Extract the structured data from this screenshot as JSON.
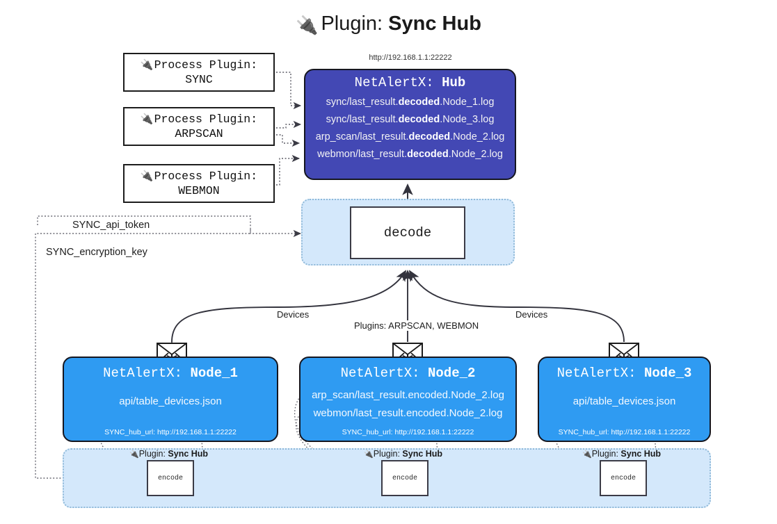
{
  "title": {
    "icon": "plug-icon",
    "prefix": "Plugin:",
    "name": "Sync Hub"
  },
  "hub": {
    "url": "http://192.168.1.1:22222",
    "app": "NetAlertX:",
    "name": "Hub",
    "logs": [
      {
        "pre": "sync/last_result.",
        "mid": "decoded",
        "post": ".Node_1.log"
      },
      {
        "pre": "sync/last_result.",
        "mid": "decoded",
        "post": ".Node_3.log"
      },
      {
        "pre": "arp_scan/last_result.",
        "mid": "decoded",
        "post": ".Node_2.log"
      },
      {
        "pre": "webmon/last_result.",
        "mid": "decoded",
        "post": ".Node_2.log"
      }
    ]
  },
  "process_plugins": [
    {
      "icon": "plug-icon",
      "line1": "Process Plugin:",
      "line2": "SYNC"
    },
    {
      "icon": "plug-icon",
      "line1": "Process Plugin:",
      "line2": "ARPSCAN"
    },
    {
      "icon": "plug-icon",
      "line1": "Process Plugin:",
      "line2": "WEBMON"
    }
  ],
  "decode": {
    "label": "decode"
  },
  "tokens": {
    "api_token": "SYNC_api_token",
    "encryption_key": "SYNC_encryption_key"
  },
  "edges": {
    "devices_left": "Devices",
    "devices_right": "Devices",
    "plugins_mid": "Plugins: ARPSCAN, WEBMON"
  },
  "nodes": [
    {
      "app": "NetAlertX:",
      "name": "Node_1",
      "lines": [
        "api/table_devices.json"
      ],
      "hub_url_label": "SYNC_hub_url: http://192.168.1.1:22222",
      "envelope_icon": "envelope-icon"
    },
    {
      "app": "NetAlertX:",
      "name": "Node_2",
      "lines": [
        "arp_scan/last_result.encoded.Node_2.log",
        "webmon/last_result.encoded.Node_2.log"
      ],
      "hub_url_label": "SYNC_hub_url: http://192.168.1.1:22222",
      "envelope_icon": "envelope-icon"
    },
    {
      "app": "NetAlertX:",
      "name": "Node_3",
      "lines": [
        "api/table_devices.json"
      ],
      "hub_url_label": "SYNC_hub_url: http://192.168.1.1:22222",
      "envelope_icon": "envelope-icon"
    }
  ],
  "encoders": [
    {
      "icon": "plug-icon",
      "prefix": "Plugin:",
      "name": "Sync Hub",
      "label": "encode"
    },
    {
      "icon": "plug-icon",
      "prefix": "Plugin:",
      "name": "Sync Hub",
      "label": "encode"
    },
    {
      "icon": "plug-icon",
      "prefix": "Plugin:",
      "name": "Sync Hub",
      "label": "encode"
    }
  ],
  "colors": {
    "hub_fill": "#4348b4",
    "node_fill": "#2f9bf2",
    "panel_fill": "#d4e8fb",
    "panel_border": "#8fb9d8",
    "stroke": "#15161f"
  }
}
